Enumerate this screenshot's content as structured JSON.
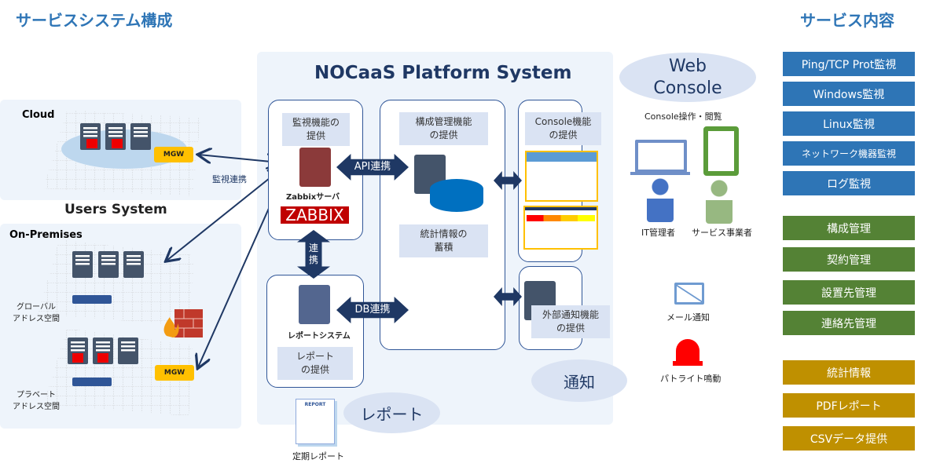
{
  "titles": {
    "system": "サービスシステム構成",
    "services": "サービス内容"
  },
  "users": {
    "title": "Users System",
    "cloud": "Cloud",
    "onprem": "On-Premises",
    "mgw": "MGW",
    "global": "グローバル\nアドレス空間",
    "private": "プラベート\nアドレス空間",
    "link": "監視連携"
  },
  "platform": {
    "title": "NOCaaS Platform System",
    "monitor": {
      "label": "監視機能の\n提供",
      "server": "Zabbixサーバ",
      "logo": "ZABBIX"
    },
    "config": {
      "label": "構成管理機能\nの提供",
      "stats": "統計情報の\n蓄積"
    },
    "console": {
      "label": "Console機能\nの提供"
    },
    "notify": {
      "label": "外部通知機能\nの提供"
    },
    "report": {
      "server": "レポートシステム",
      "label": "レポート\nの提供"
    },
    "api": "API連携",
    "db": "DB連携",
    "link": "連\n携"
  },
  "web_console": {
    "title": "Web\nConsole",
    "caption": "Console操作・閲覧",
    "it_admin": "IT管理者",
    "provider": "サービス事業者"
  },
  "notice": {
    "title": "通知",
    "mail": "メール通知",
    "patlite": "パトライト鳴動"
  },
  "report": {
    "title": "レポート",
    "periodic": "定期レポート",
    "doc": "REPORT"
  },
  "services": {
    "monitoring": [
      "Ping/TCP Prot監視",
      "Windows監視",
      "Linux監視",
      "ネットワーク機器監視",
      "ログ監視"
    ],
    "management": [
      "構成管理",
      "契約管理",
      "設置先管理",
      "連絡先管理"
    ],
    "reporting": [
      "統計情報",
      "PDFレポート",
      "CSVデータ提供"
    ]
  },
  "colors": {
    "monitoring": "#2e75b6",
    "management": "#548235",
    "reporting": "#bf9000",
    "arrow": "#1f3864",
    "server": "#44546a",
    "zabbix": "#c00000"
  }
}
